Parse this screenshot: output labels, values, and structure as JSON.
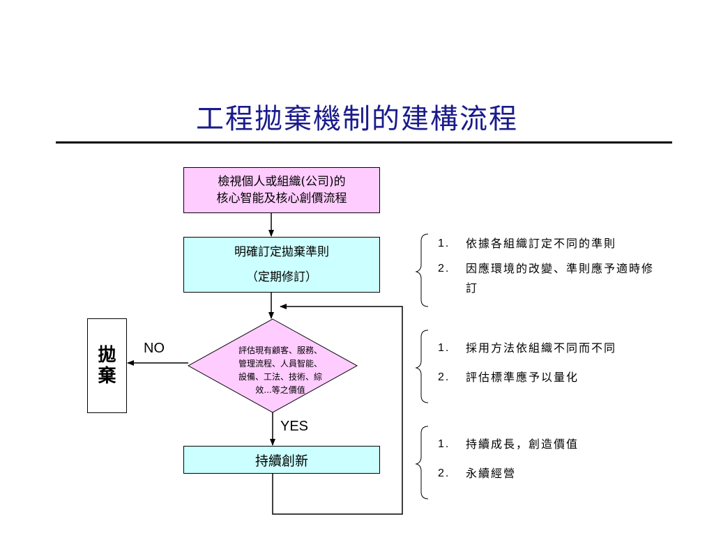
{
  "title": "工程拋棄機制的建構流程",
  "flow": {
    "step1_line1": "檢視個人或組織(公司)的",
    "step1_line2": "核心智能及核心創價流程",
    "step2_line1": "明確訂定拋棄準則",
    "step2_line2": "（定期修訂）",
    "decision_lines": [
      "評估現有顧客、服務、",
      "管理流程、人員智能、",
      "設備、工法、技術、綜",
      "效...等之價值"
    ],
    "discard_chars": [
      "拋",
      "棄"
    ],
    "no_label": "NO",
    "yes_label": "YES",
    "innovate": "持續創新"
  },
  "notes": [
    {
      "items": [
        {
          "num": "1.",
          "text": "依據各組織訂定不同的準則"
        },
        {
          "num": "2.",
          "text": "因應環境的改變、準則應予適時修訂"
        }
      ]
    },
    {
      "items": [
        {
          "num": "1.",
          "text": "採用方法依組織不同而不同"
        },
        {
          "num": "2.",
          "text": "評估標準應予以量化"
        }
      ]
    },
    {
      "items": [
        {
          "num": "1.",
          "text": "持續成長，創造價值"
        },
        {
          "num": "2.",
          "text": "永續經營"
        }
      ]
    }
  ],
  "colors": {
    "title": "#1a1a8c",
    "pink": "#ffccff",
    "cyan": "#ccffff"
  }
}
